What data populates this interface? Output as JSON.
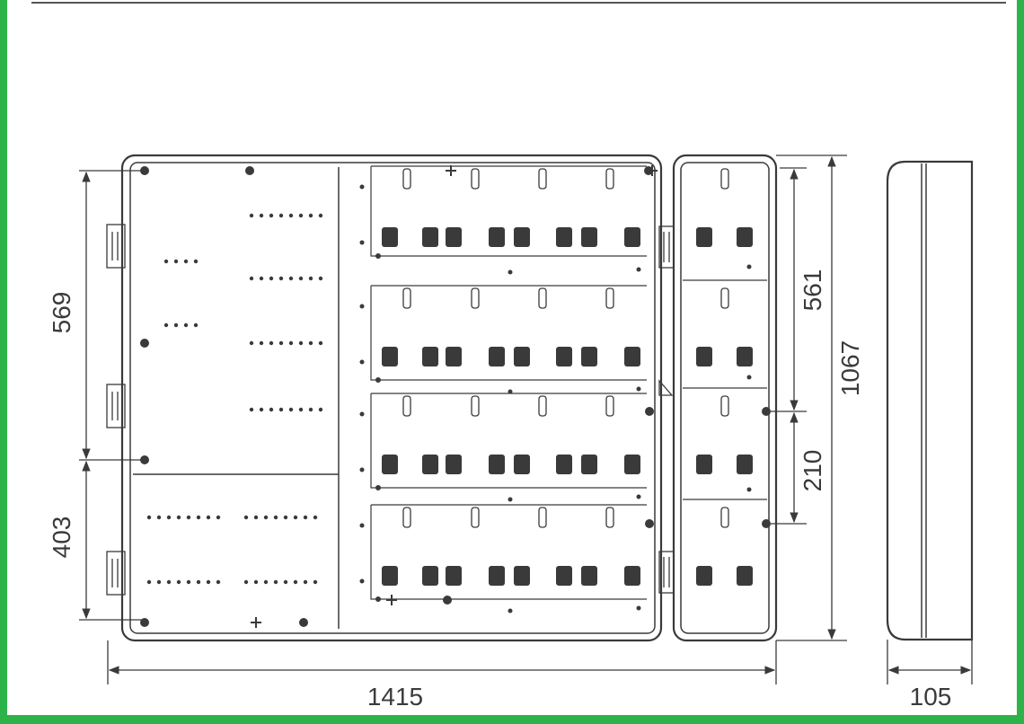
{
  "dimensions": {
    "total_width": "1415",
    "depth": "105",
    "total_height": "1067",
    "upper_section_height": "569",
    "lower_section_height": "403",
    "side_module_height": "561",
    "side_row_height": "210"
  },
  "colors": {
    "border": "#2db34a",
    "background": "#ffffff",
    "line": "#3a3a3a"
  }
}
